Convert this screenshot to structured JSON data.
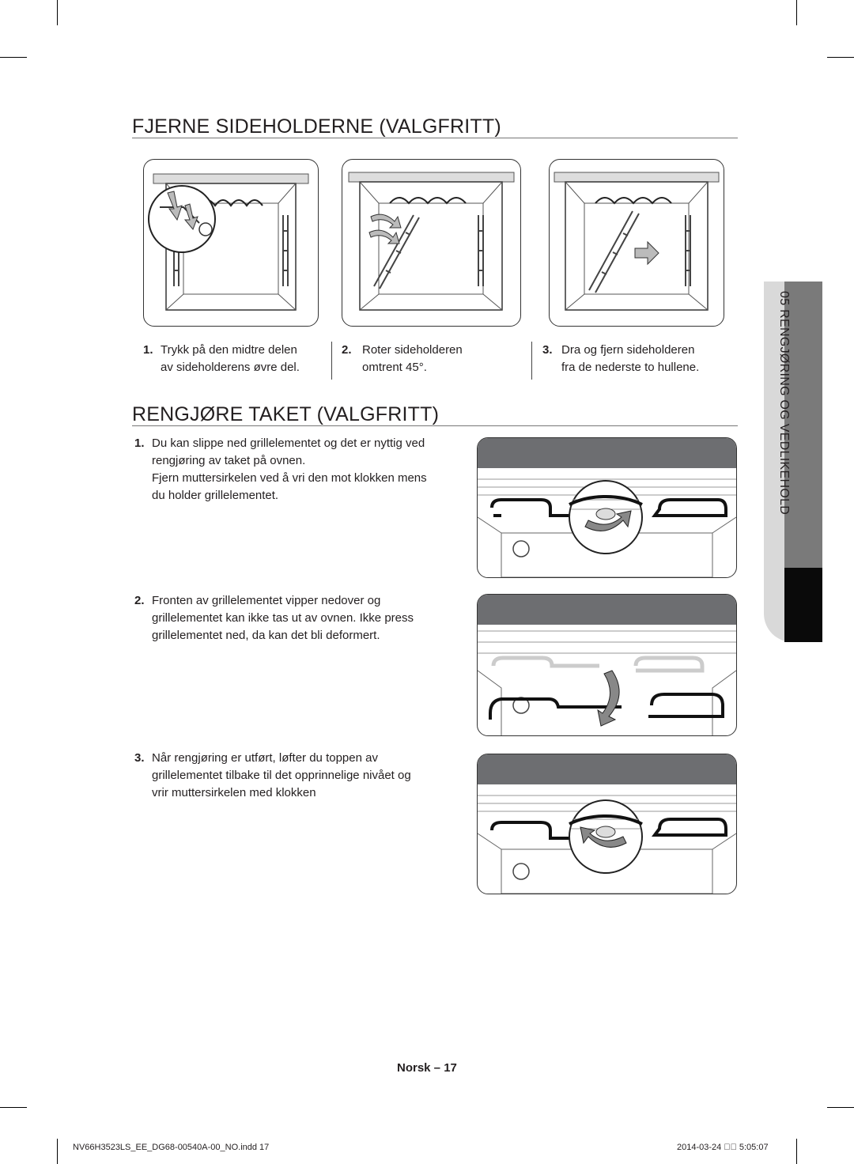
{
  "section1": {
    "title": "FJERNE SIDEHOLDERNE (VALGFRITT)",
    "steps": [
      {
        "num": "1.",
        "line1": "Trykk på den midtre delen",
        "line2": "av sideholderens øvre del."
      },
      {
        "num": "2.",
        "line1": "Roter sideholderen",
        "line2": "omtrent 45°."
      },
      {
        "num": "3.",
        "line1": "Dra og fjern sideholderen",
        "line2": "fra de nederste to hullene."
      }
    ]
  },
  "section2": {
    "title": "RENGJØRE TAKET (VALGFRITT)",
    "steps": [
      {
        "num": "1.",
        "lines": [
          "Du kan slippe ned grillelementet og det er nyttig ved",
          "rengjøring av taket på ovnen.",
          "Fjern muttersirkelen ved å vri den mot klokken mens",
          "du holder grillelementet."
        ]
      },
      {
        "num": "2.",
        "lines": [
          "Fronten av grillelementet vipper nedover og",
          "grillelementet kan ikke tas ut av ovnen. Ikke press",
          "grillelementet ned, da kan det bli deformert."
        ]
      },
      {
        "num": "3.",
        "lines": [
          "Når rengjøring er utført, løfter du toppen av",
          "grillelementet tilbake til det opprinnelige nivået og",
          "vrir muttersirkelen med klokken"
        ]
      }
    ]
  },
  "side_tab": {
    "label": "05  RENGJØRING OG VEDLIKEHOLD"
  },
  "page_number": "Norsk – 17",
  "footer": {
    "file": "NV66H3523LS_EE_DG68-00540A-00_NO.indd   17",
    "timestamp": "2014-03-24   ￿￿ 5:05:07"
  }
}
